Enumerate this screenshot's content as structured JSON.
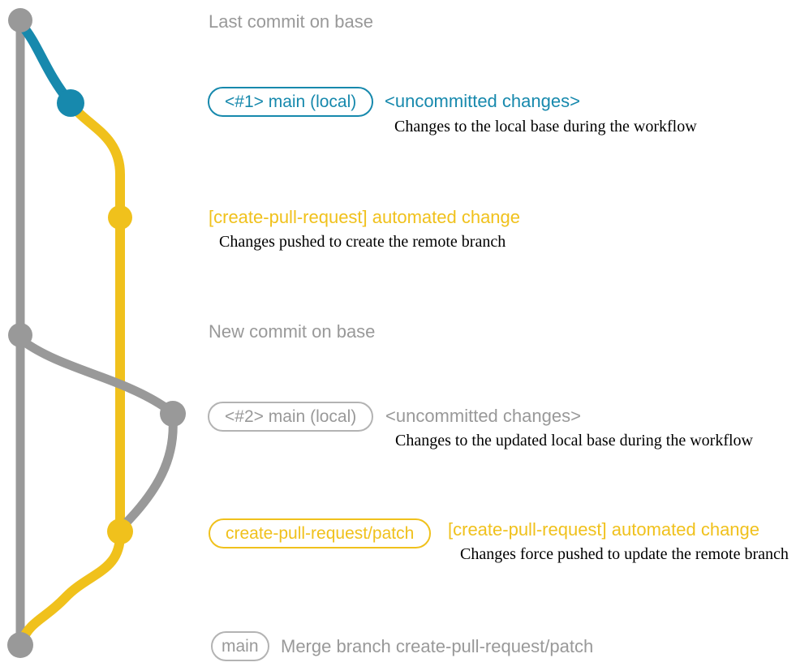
{
  "colors": {
    "gray": "#999999",
    "graylight": "#b3b3b3",
    "teal": "#1789ad",
    "yellow": "#f0c11c",
    "ink": "#000000",
    "bg": "#ffffff"
  },
  "labels": {
    "last_commit_on_base": "Last commit on base",
    "branch1_badge": "<#1> main (local)",
    "branch1_status": "<uncommitted changes>",
    "branch1_desc": "Changes to the local base during the workflow",
    "auto_change1_title": "[create-pull-request] automated change",
    "auto_change1_desc": "Changes pushed to create the remote branch",
    "new_commit_on_base": "New commit on base",
    "branch2_badge": "<#2> main (local)",
    "branch2_status": "<uncommitted changes>",
    "branch2_desc": "Changes to the updated local base during the workflow",
    "patch_badge": "create-pull-request/patch",
    "auto_change2_title": "[create-pull-request] automated change",
    "auto_change2_desc": "Changes force pushed to update the remote branch",
    "main_badge": "main",
    "merge_message": "Merge branch create-pull-request/patch"
  }
}
